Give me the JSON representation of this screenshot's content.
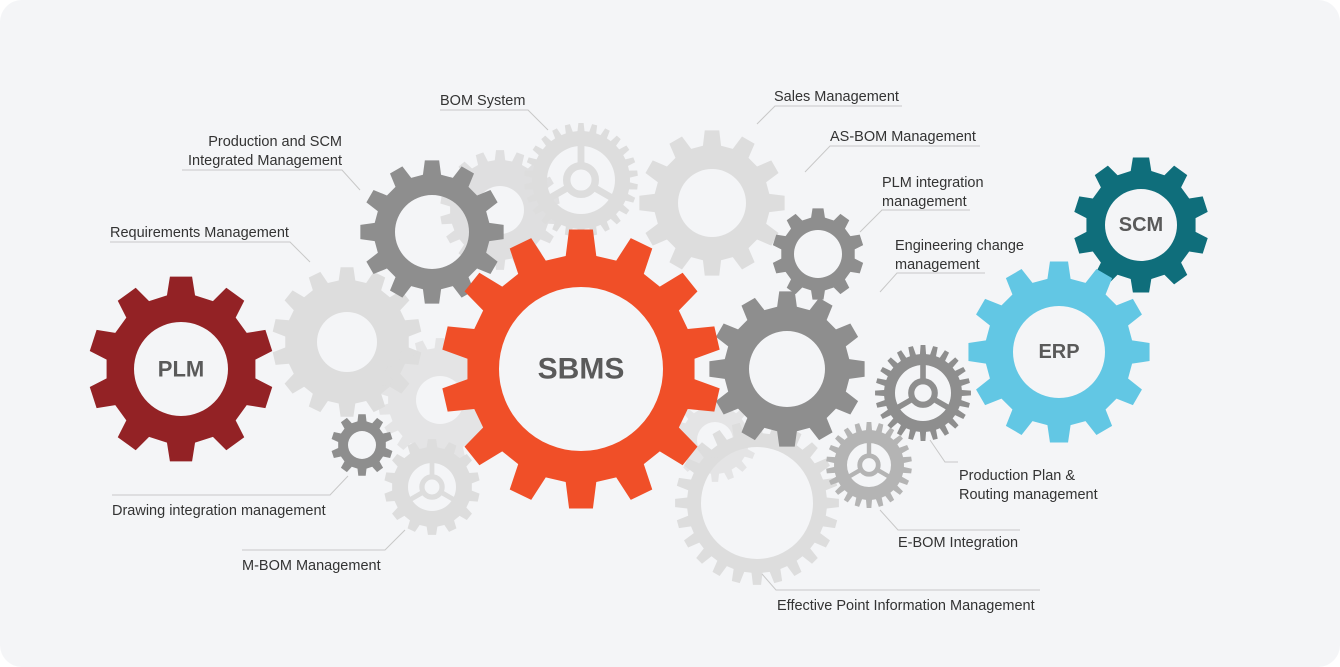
{
  "colors": {
    "background": "#f4f5f7",
    "plm": "#932225",
    "sbms": "#f04f28",
    "scm": "#0f6e7b",
    "erp": "#62c7e4",
    "gear_dark": "#8e8e8e",
    "gear_mid": "#b4b4b4",
    "gear_light": "#dddddd"
  },
  "gears": {
    "plm": "PLM",
    "sbms": "SBMS",
    "scm": "SCM",
    "erp": "ERP"
  },
  "labels": {
    "bom_system": "BOM System",
    "production_scm_line1": "Production and SCM",
    "production_scm_line2": "Integrated Management",
    "requirements": "Requirements Management",
    "drawing_integration": "Drawing integration management",
    "m_bom": "M-BOM Management",
    "sales": "Sales Management",
    "as_bom": "AS-BOM Management",
    "plm_integration_line1": "PLM integration",
    "plm_integration_line2": "management",
    "engineering_change_line1": "Engineering change",
    "engineering_change_line2": "management",
    "production_plan_line1": "Production Plan &",
    "production_plan_line2": "Routing management",
    "e_bom": "E-BOM Integration",
    "effective_point": "Effective Point Information Management"
  }
}
